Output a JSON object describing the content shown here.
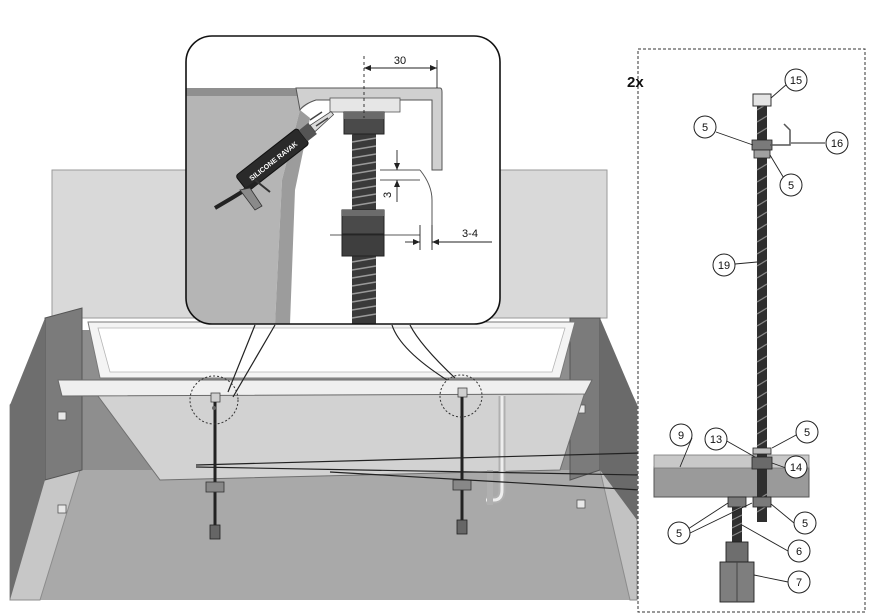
{
  "detail_view": {
    "dim_width": "30",
    "dim_height": "3",
    "dim_gap": "3-4",
    "cartridge_label": "SILICONE RAVAK"
  },
  "kit_panel": {
    "quantity": "2x",
    "callouts": {
      "c15": "15",
      "c5_top": "5",
      "c16": "16",
      "c5_mid": "5",
      "c19": "19",
      "c9": "9",
      "c13": "13",
      "c5_frame": "5",
      "c14": "14",
      "c5_right": "5",
      "c5_left": "5",
      "c6": "6",
      "c7": "7"
    }
  }
}
